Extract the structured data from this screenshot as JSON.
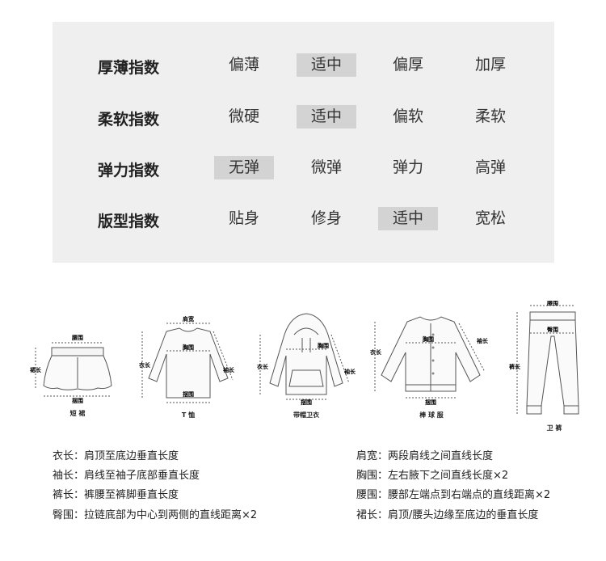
{
  "index_table": {
    "rows": [
      {
        "label": "厚薄指数",
        "options": [
          "偏薄",
          "适中",
          "偏厚",
          "加厚"
        ],
        "selected": 1
      },
      {
        "label": "柔软指数",
        "options": [
          "微硬",
          "适中",
          "偏软",
          "柔软"
        ],
        "selected": 1
      },
      {
        "label": "弹力指数",
        "options": [
          "无弹",
          "微弹",
          "弹力",
          "高弹"
        ],
        "selected": 0
      },
      {
        "label": "版型指数",
        "options": [
          "贴身",
          "修身",
          "适中",
          "宽松"
        ],
        "selected": 2
      }
    ],
    "highlight_color": "#d3d3d3",
    "panel_color": "#efefef"
  },
  "garments": [
    {
      "caption": "短 裙",
      "labels": {
        "waist": "腰围",
        "length": "裙长",
        "hem": "摆围"
      }
    },
    {
      "caption": "T 恤",
      "labels": {
        "shoulder": "肩宽",
        "chest": "胸围",
        "length": "衣长",
        "sleeve": "袖长",
        "hem": "摆围"
      }
    },
    {
      "caption": "带帽卫衣",
      "labels": {
        "chest": "胸围",
        "length": "衣长",
        "sleeve": "袖长",
        "hem": "摆围"
      }
    },
    {
      "caption": "棒 球 服",
      "labels": {
        "chest": "胸围",
        "length": "衣长",
        "sleeve": "袖长",
        "hem": "摆围"
      }
    },
    {
      "caption": "卫 裤",
      "labels": {
        "waist": "腰围",
        "hip": "臀围",
        "length": "裤长"
      }
    }
  ],
  "legend": {
    "left": [
      "衣长：肩顶至底边垂直长度",
      "袖长：肩线至袖子底部垂直长度",
      "裤长：裤腰至裤脚垂直长度",
      "臀围：拉链底部为中心到两侧的直线距离×2"
    ],
    "right": [
      "肩宽：两段肩线之间直线长度",
      "胸围：左右腋下之间直线长度×2",
      "腰围：腰部左端点到右端点的直线距离×2",
      "裙长：肩顶/腰头边缘至底边的垂直长度"
    ]
  }
}
